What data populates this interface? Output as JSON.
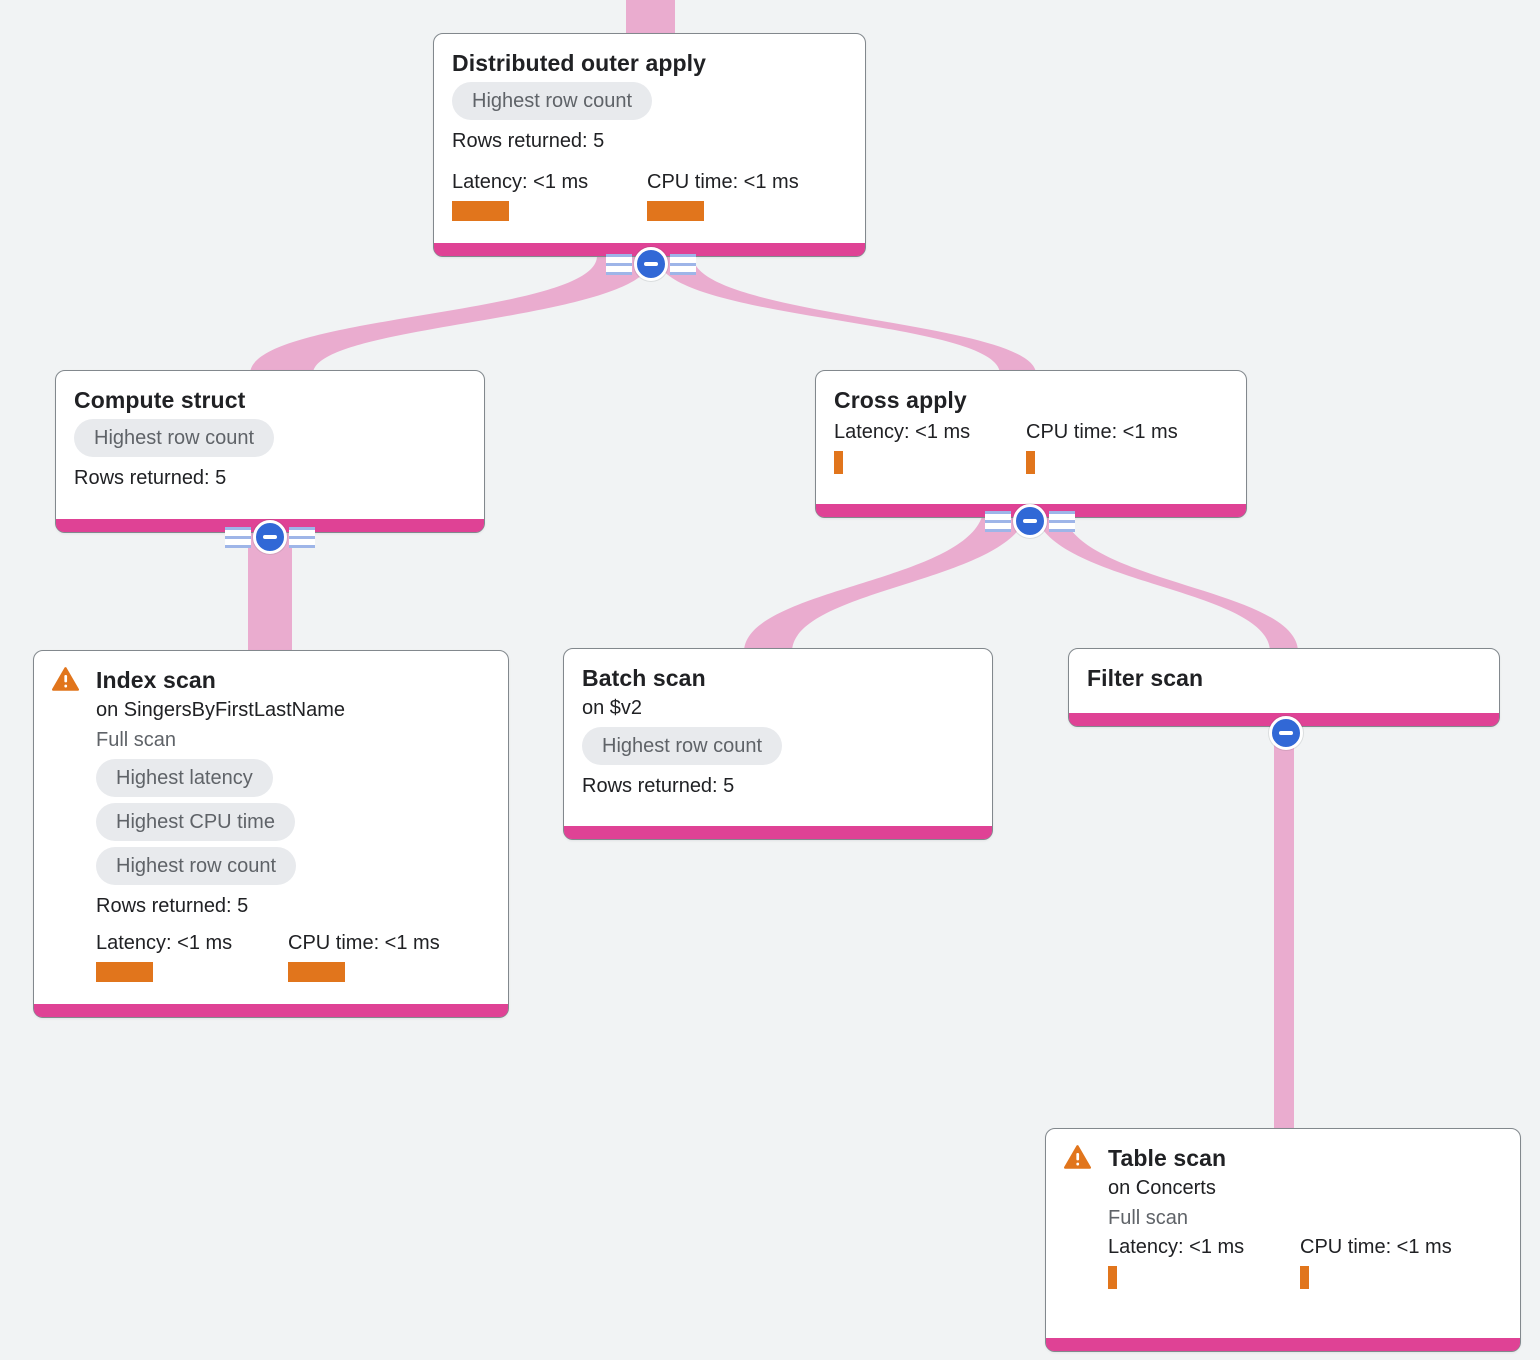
{
  "plan": {
    "colors": {
      "background": "#f1f3f4",
      "edge_pink": "#eaaccf",
      "node_footer_pink": "#df4295",
      "metric_bar_orange": "#e1751c",
      "badge_background": "#e8eaed",
      "badge_text": "#5f6368",
      "collapse_button_blue": "#3168d6",
      "warning_orange": "#e1751c"
    },
    "nodes": [
      {
        "id": "distributed-outer-apply",
        "title": "Distributed outer apply",
        "badges": [
          "Highest row count"
        ],
        "rows_returned": "Rows returned: 5",
        "latency_label": "Latency: <1 ms",
        "cpu_label": "CPU time: <1 ms"
      },
      {
        "id": "compute-struct",
        "title": "Compute struct",
        "badges": [
          "Highest row count"
        ],
        "rows_returned": "Rows returned: 5"
      },
      {
        "id": "cross-apply",
        "title": "Cross apply",
        "latency_label": "Latency: <1 ms",
        "cpu_label": "CPU time: <1 ms"
      },
      {
        "id": "index-scan",
        "title": "Index scan",
        "warning_icon": "warning-icon",
        "subtitle": "on SingersByFirstLastName",
        "scan_type": "Full scan",
        "badges": [
          "Highest latency",
          "Highest CPU time",
          "Highest row count"
        ],
        "rows_returned": "Rows returned: 5",
        "latency_label": "Latency: <1 ms",
        "cpu_label": "CPU time: <1 ms"
      },
      {
        "id": "batch-scan",
        "title": "Batch scan",
        "subtitle": "on $v2",
        "badges": [
          "Highest row count"
        ],
        "rows_returned": "Rows returned: 5"
      },
      {
        "id": "filter-scan",
        "title": "Filter scan"
      },
      {
        "id": "table-scan",
        "title": "Table scan",
        "warning_icon": "warning-icon",
        "subtitle": "on Concerts",
        "scan_type": "Full scan",
        "latency_label": "Latency: <1 ms",
        "cpu_label": "CPU time: <1 ms"
      }
    ],
    "edges": [
      {
        "from": "(root)",
        "to": "distributed-outer-apply"
      },
      {
        "from": "distributed-outer-apply",
        "to": "compute-struct"
      },
      {
        "from": "distributed-outer-apply",
        "to": "cross-apply"
      },
      {
        "from": "compute-struct",
        "to": "index-scan"
      },
      {
        "from": "cross-apply",
        "to": "batch-scan"
      },
      {
        "from": "cross-apply",
        "to": "filter-scan"
      },
      {
        "from": "filter-scan",
        "to": "table-scan"
      }
    ]
  }
}
